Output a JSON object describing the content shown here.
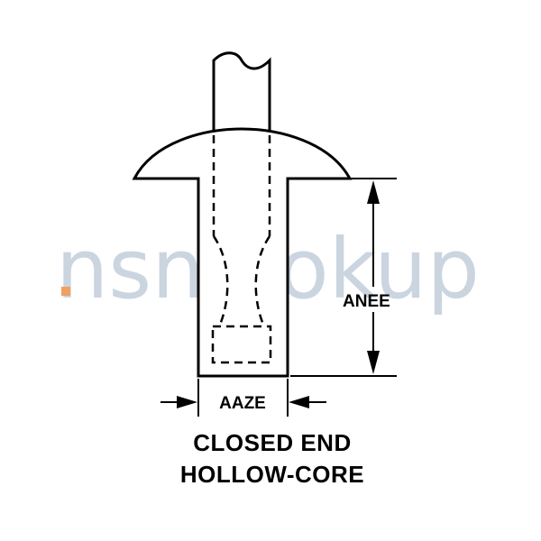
{
  "watermark": {
    "text": "nsnlookup",
    "colors": {
      "text": "#9fb3c8",
      "dot": "#f0a060"
    }
  },
  "dimensions": {
    "height_label": "ANEE",
    "width_label": "AAZE"
  },
  "caption": {
    "line1": "CLOSED END",
    "line2": "HOLLOW-CORE"
  },
  "colors": {
    "line": "#000000",
    "background": "#ffffff"
  }
}
